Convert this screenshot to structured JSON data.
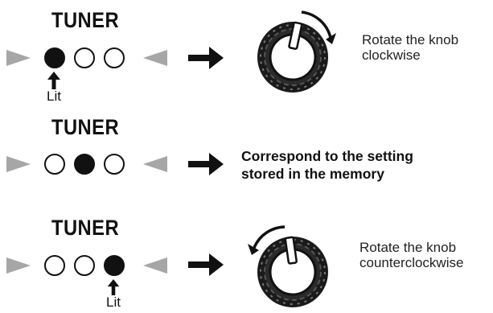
{
  "rows": [
    {
      "title": "TUNER",
      "leds": [
        true,
        false,
        false
      ],
      "lit_label": "Lit",
      "knob_direction": "clockwise",
      "caption_lines": [
        "Rotate the knob",
        "clockwise"
      ]
    },
    {
      "title": "TUNER",
      "leds": [
        false,
        true,
        false
      ],
      "caption_lines": [
        "Correspond to the setting",
        "stored in the memory"
      ]
    },
    {
      "title": "TUNER",
      "leds": [
        false,
        false,
        true
      ],
      "lit_label": "Lit",
      "knob_direction": "counterclockwise",
      "caption_lines": [
        "Rotate the knob",
        "counterclockwise"
      ]
    }
  ],
  "colors": {
    "led_on": "#111111",
    "led_off": "#ffffff",
    "side_triangle": "#a6a6a6",
    "knob_ring": "#1a1a1a",
    "knob_face": "#ffffff"
  }
}
